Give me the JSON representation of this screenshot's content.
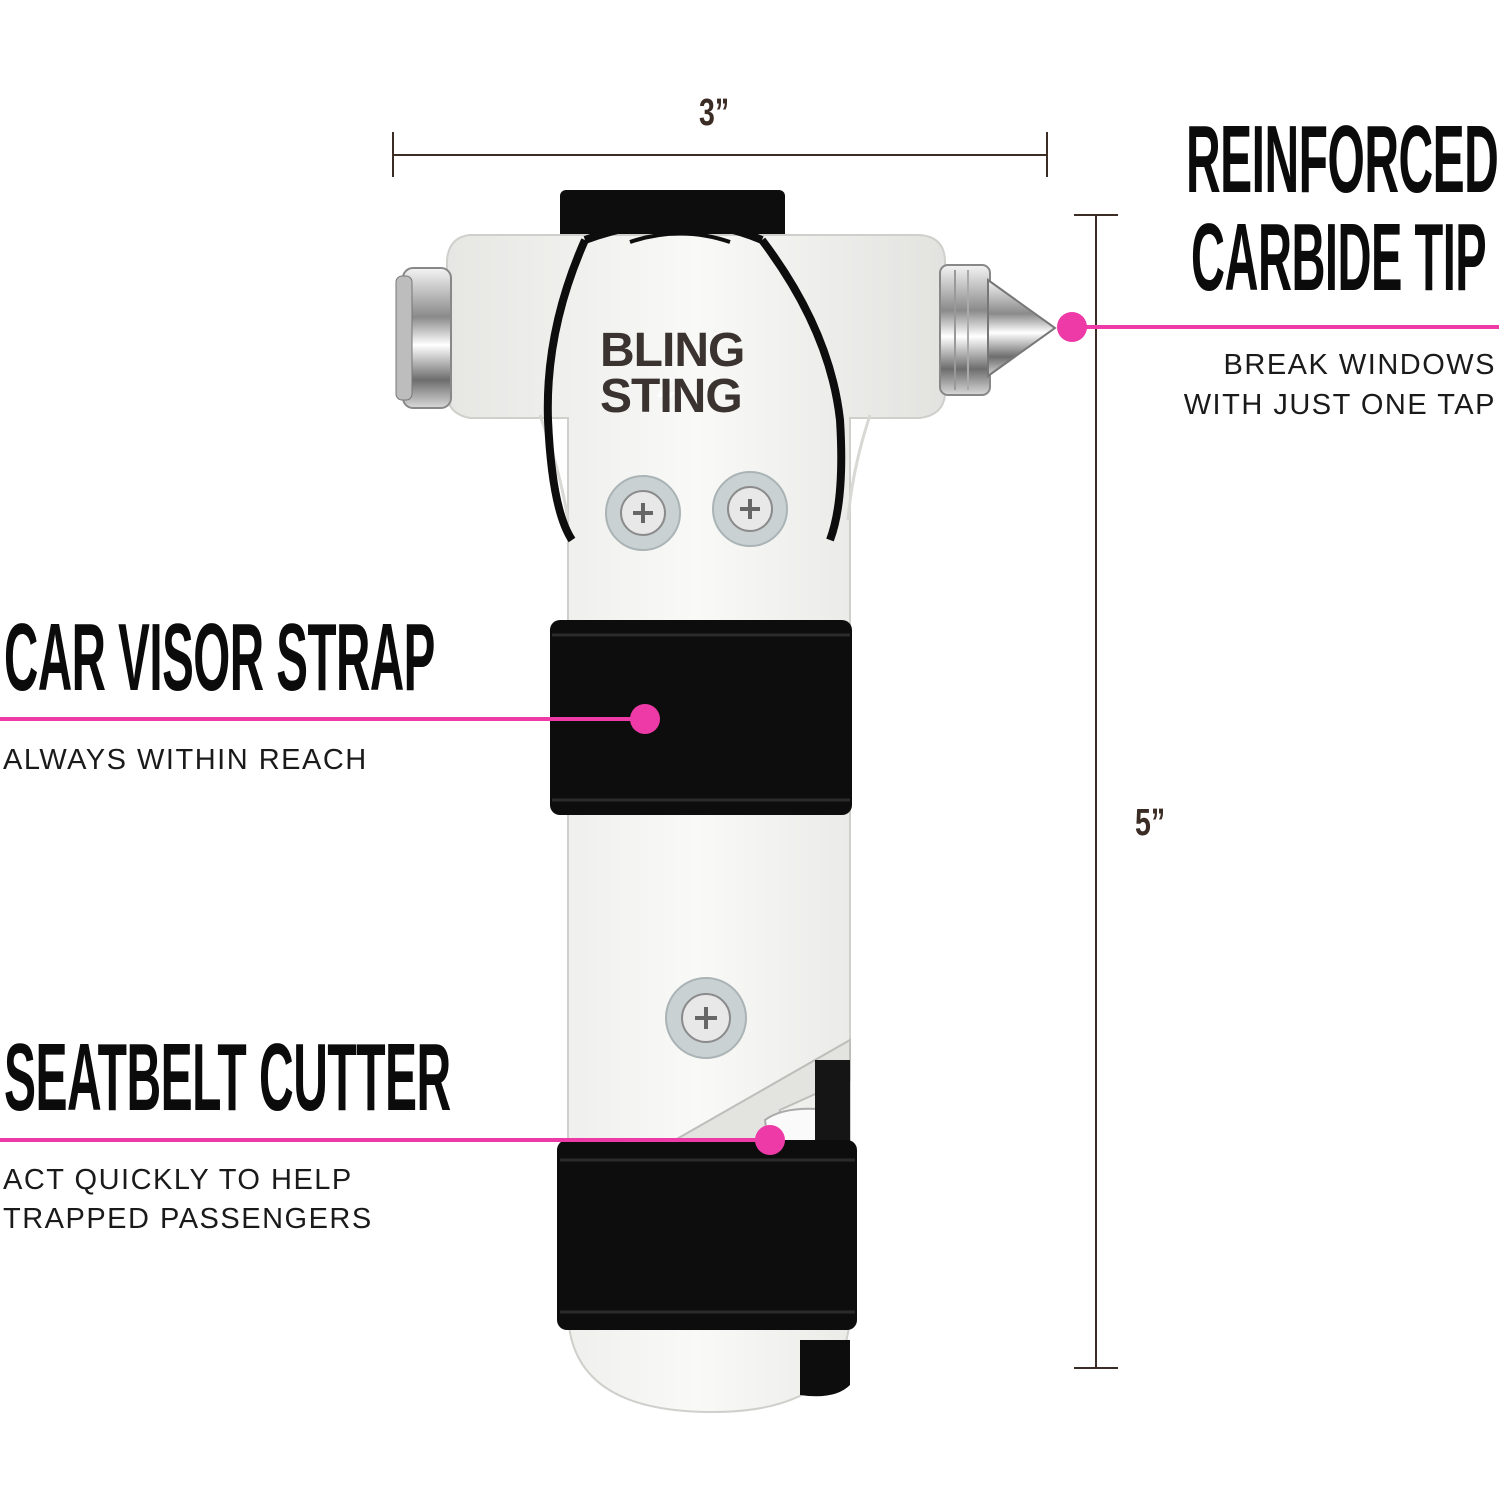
{
  "dimensions": {
    "width_label": "3”",
    "height_label": "5”"
  },
  "brand": {
    "line1": "BLING",
    "line2": "STING"
  },
  "callouts": {
    "tip": {
      "title_line1": "REINFORCED",
      "title_line2": "CARBIDE TIP",
      "desc_line1": "BREAK WINDOWS",
      "desc_line2": "WITH JUST ONE TAP"
    },
    "strap": {
      "title": "CAR VISOR STRAP",
      "desc": "ALWAYS WITHIN REACH"
    },
    "cutter": {
      "title": "SEATBELT CUTTER",
      "desc_line1": "ACT QUICKLY TO HELP",
      "desc_line2": "TRAPPED PASSENGERS"
    }
  },
  "colors": {
    "accent": "#ee3aa6",
    "dimension_line": "#3b2c25",
    "strap": "#0d0d0d",
    "body": "#f3f3f1"
  }
}
